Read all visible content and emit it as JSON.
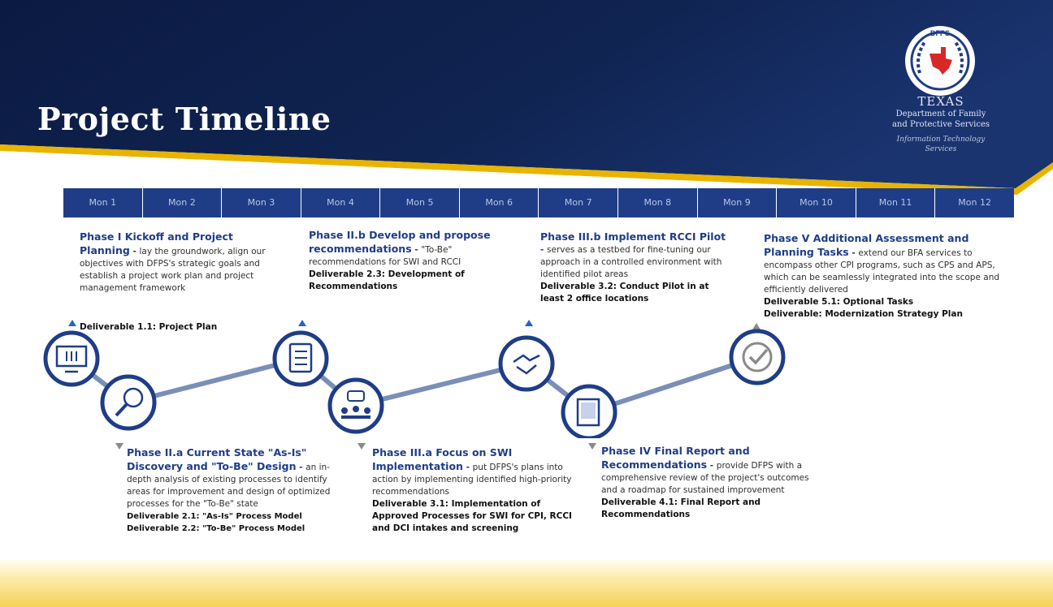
{
  "header": {
    "title": "Project Timeline",
    "agency_state": "TEXAS",
    "agency_line1": "Department of Family",
    "agency_line2": "and Protective Services",
    "agency_sub1": "Information Technology",
    "agency_sub2": "Services",
    "seal_label": "DFPS"
  },
  "months": [
    "Mon 1",
    "Mon 2",
    "Mon 3",
    "Mon 4",
    "Mon 5",
    "Mon 6",
    "Mon 7",
    "Mon 8",
    "Mon 9",
    "Mon 10",
    "Mon 11",
    "Mon 12"
  ],
  "phases_top": [
    {
      "title": "Phase I Kickoff and Project Planning",
      "dash": " - ",
      "text": "lay the groundwork, align our objectives with DFPS's strategic goals and establish a project work plan and project management framework",
      "deliv1": "Deliverable 1.1: Project Plan",
      "deliv2": ""
    },
    {
      "title": "Phase II.b Develop and propose recommendations",
      "dash": " - ",
      "text": "\"To-Be\" recommendations for SWI and RCCI",
      "deliv1": "Deliverable 2.3: Development of Recommendations",
      "deliv2": ""
    },
    {
      "title": "Phase III.b Implement RCCI Pilot",
      "dash": " - ",
      "text": "serves as a testbed for fine-tuning our approach in a controlled environment with identified pilot areas",
      "deliv1": "Deliverable 3.2: Conduct Pilot in at least 2 office locations",
      "deliv2": ""
    },
    {
      "title": "Phase V Additional Assessment and Planning Tasks",
      "dash": " - ",
      "text": "extend our BFA services to encompass other CPI programs, such as CPS and APS, which can be seamlessly integrated into the scope and efficiently delivered",
      "deliv1": "Deliverable 5.1: Optional Tasks",
      "deliv2": "Deliverable: Modernization Strategy Plan"
    }
  ],
  "phases_bottom": [
    {
      "title": "Phase II.a Current State \"As-Is\" Discovery and \"To-Be\" Design",
      "dash": " - ",
      "text": "an in-depth analysis of existing processes to identify areas for improvement and design of optimized processes for the \"To-Be\" state",
      "deliv1": "Deliverable 2.1: \"As-Is\" Process Model",
      "deliv2": "Deliverable 2.2: \"To-Be\" Process Model"
    },
    {
      "title": "Phase III.a Focus on SWI Implementation",
      "dash": " - ",
      "text": "put DFPS's plans into action by implementing identified high-priority recommendations",
      "deliv1": "Deliverable 3.1: Implementation of Approved Processes for SWI for CPI, RCCI and DCI intakes and screening",
      "deliv2": ""
    },
    {
      "title": "Phase IV Final Report and Recommendations",
      "dash": " - ",
      "text": "provide DFPS with a comprehensive review of the project's outcomes and a roadmap for sustained improvement",
      "deliv1": "Deliverable 4.1: Final Report and Recommendations",
      "deliv2": ""
    }
  ],
  "timeline_icons": [
    "computer-icon",
    "magnifier-icon",
    "checklist-icon",
    "meeting-icon",
    "handshake-icon",
    "report-icon",
    "checkmark-icon"
  ],
  "colors": {
    "navy": "#0f1f4d",
    "accent_gold": "#e8b400",
    "timeline_blue": "#1f3d87",
    "ring_blue": "#2050b0"
  }
}
